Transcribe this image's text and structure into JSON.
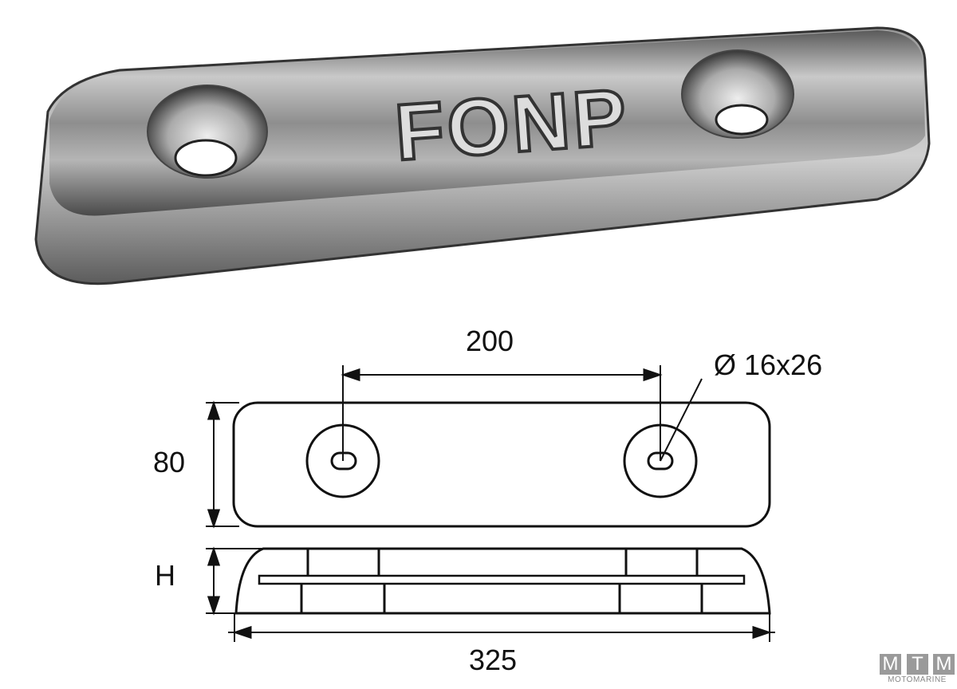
{
  "product": {
    "embossed_text": "FONP"
  },
  "drawing": {
    "hole_spacing": "200",
    "hole_size": "Ø 16x26",
    "width": "80",
    "height": "H",
    "length": "325"
  },
  "logo": {
    "letters": [
      "M",
      "T",
      "M"
    ],
    "name": "MOTOMARINE"
  },
  "colors": {
    "line": "#111111",
    "logo_gray": "#9a9a9a"
  }
}
